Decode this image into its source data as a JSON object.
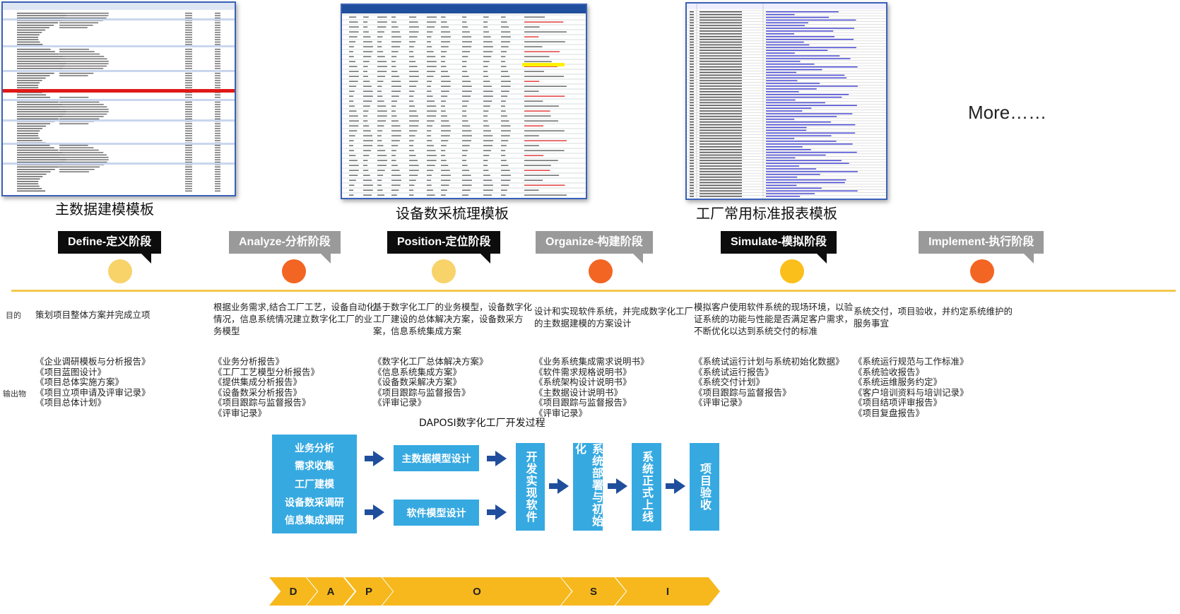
{
  "templates": [
    {
      "caption": "主数据建模模板"
    },
    {
      "caption": "设备数采梳理模板"
    },
    {
      "caption": "工厂常用标准报表模板"
    }
  ],
  "more_text": "More……",
  "phases": [
    {
      "label": "Define-定义阶段",
      "style": "dark",
      "dot_color": "#f8d36a"
    },
    {
      "label": "Analyze-分析阶段",
      "style": "grey",
      "dot_color": "#f26522"
    },
    {
      "label": "Position-定位阶段",
      "style": "dark",
      "dot_color": "#f8d36a"
    },
    {
      "label": "Organize-构建阶段",
      "style": "grey",
      "dot_color": "#f26522"
    },
    {
      "label": "Simulate-模拟阶段",
      "style": "dark",
      "dot_color": "#fbbf1c"
    },
    {
      "label": "Implement-执行阶段",
      "style": "grey",
      "dot_color": "#f26522"
    }
  ],
  "row_labels": {
    "purpose": "目的",
    "outputs": "输出物"
  },
  "purposes": [
    "策划项目整体方案并完成立项",
    "根据业务需求,结合工厂工艺，设备自动化情况，信息系统情况建立数字化工厂的业务模型",
    "基于数字化工厂的业务模型，设备数字化工厂建设的总体解决方案，设备数采方案，信息系统集成方案",
    "设计和实现软件系统，并完成数字化工厂的主数据建模的方案设计",
    "模拟客户使用软件系统的现场环境，以验证系统的功能与性能是否满足客户需求，不断优化以达到系统交付的标准",
    "系统交付，项目验收，并约定系统维护的服务事宜"
  ],
  "outputs": [
    [
      "《企业调研模板与分析报告》",
      "《项目蓝图设计》",
      "《项目总体实施方案》",
      "《项目立项申请及评审记录》",
      "《项目总体计划》"
    ],
    [
      "《业务分析报告》",
      "《工厂工艺模型分析报告》",
      "《提供集成分析报告》",
      "《设备数采分析报告》",
      "《项目跟踪与监督报告》",
      "《评审记录》"
    ],
    [
      "《数字化工厂总体解决方案》",
      "《信息系统集成方案》",
      "《设备数采解决方案》",
      "《项目跟踪与监督报告》",
      "《评审记录》"
    ],
    [
      "《业务系统集成需求说明书》",
      "《软件需求规格说明书》",
      "《系统架构设计说明书》",
      "《主数据设计说明书》",
      "《项目跟踪与监督报告》",
      "《评审记录》"
    ],
    [
      "《系统试运行计划与系统初始化数据》",
      "《系统试运行报告》",
      "《系统交付计划》",
      "《项目跟踪与监督报告》",
      "《评审记录》"
    ],
    [
      "《系统运行规范与工作标准》",
      "《系统验收报告》",
      "《系统运维服务约定》",
      "《客户培训资料与培训记录》",
      "《项目结项评审报告》",
      "《项目复盘报告》"
    ]
  ],
  "process": {
    "title": "DAPOSI数字化工厂开发过程",
    "start_items": [
      "业务分析",
      "需求收集",
      "工厂建模",
      "设备数采调研",
      "信息集成调研"
    ],
    "upper": "主数据模型设计",
    "lower": "软件模型设计",
    "vertical": [
      "开发实现软件",
      "系统部署与初始化",
      "系统正式上线",
      "项目验收"
    ],
    "color": "#36a9e1",
    "arrow_color": "#1f4e9c"
  },
  "daposi_bar": {
    "segments": [
      "D",
      "A",
      "P",
      "O",
      "S",
      "I"
    ],
    "color": "#f6b81c"
  }
}
